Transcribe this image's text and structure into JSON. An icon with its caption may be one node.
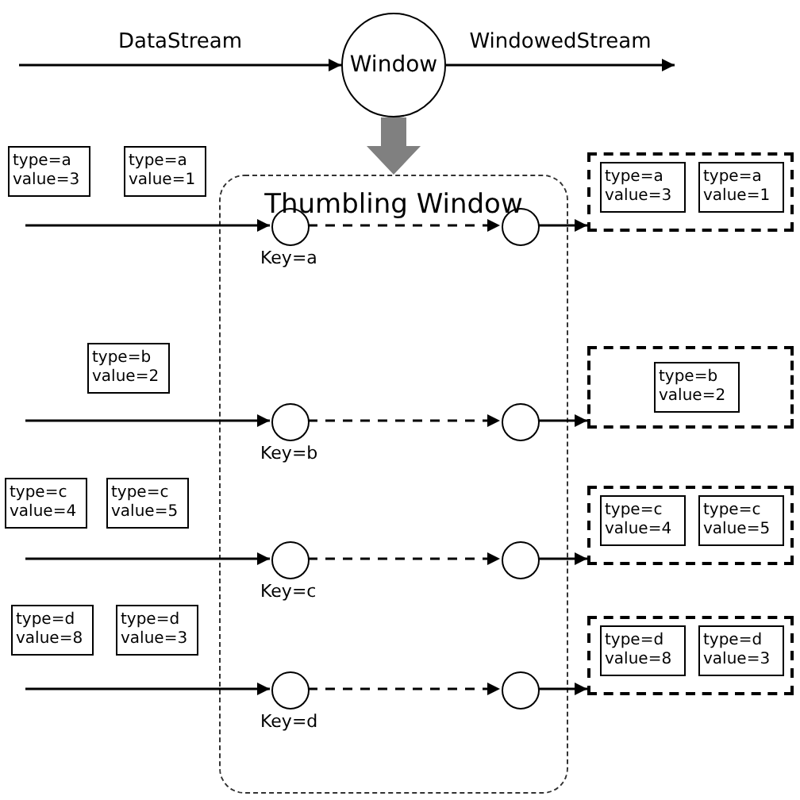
{
  "diagram": {
    "nodes": [
      {
        "text": [
          "Window"
        ]
      },
      {
        "text": [
          "Thumbling Window"
        ]
      },
      {
        "text": [
          "type=a value=3"
        ]
      },
      {
        "text": [
          "type=a value=1"
        ]
      },
      {
        "text": [],
        "shape": "circle",
        "in": 1,
        "beside": [
          "Key=a"
        ]
      },
      {
        "text": [],
        "shape": "circle",
        "in": 1
      },
      {
        "text": [],
        "shape": "box"
      },
      {
        "text": [
          "type=a value=3"
        ],
        "in": 6
      },
      {
        "text": [
          "type=a value=1"
        ],
        "in": 6
      },
      {
        "text": [
          "type=b value=2"
        ]
      },
      {
        "text": [],
        "shape": "circle",
        "in": 1,
        "beside": [
          "Key=b"
        ]
      },
      {
        "text": [],
        "shape": "circle",
        "in": 1
      },
      {
        "text": [],
        "shape": "box"
      },
      {
        "text": [
          "type=b value=2"
        ],
        "in": 12
      },
      {
        "text": [
          "type=c value=4"
        ]
      },
      {
        "text": [
          "type=c value=5"
        ]
      },
      {
        "text": [],
        "shape": "circle",
        "in": 1,
        "beside": [
          "Key=c"
        ]
      },
      {
        "text": [],
        "shape": "circle",
        "in": 1
      },
      {
        "text": [],
        "shape": "box"
      },
      {
        "text": [
          "type=c value=4"
        ],
        "in": 18
      },
      {
        "text": [
          "type=c value=5"
        ],
        "in": 18
      },
      {
        "text": [
          "type=d value=8"
        ]
      },
      {
        "text": [
          "type=d value=3"
        ]
      },
      {
        "text": [],
        "shape": "circle",
        "in": 1,
        "beside": [
          "Key=d"
        ]
      },
      {
        "text": [],
        "shape": "circle",
        "in": 1
      },
      {
        "text": [],
        "shape": "box"
      },
      {
        "text": [
          "type=d value=8"
        ],
        "in": 25
      },
      {
        "text": [
          "type=d value=3"
        ],
        "in": 25
      }
    ],
    "edges": [
      {
        "from": null,
        "to": 0,
        "arrow": "to",
        "label": "DataStream"
      },
      {
        "from": 0,
        "to": null,
        "arrow": "to",
        "label": "WindowedStream"
      },
      {
        "from": 0,
        "to": 1,
        "arrow": "to",
        "style": "thick",
        "color": "#808080"
      },
      {
        "from": null,
        "to": 4,
        "arrow": "to"
      },
      {
        "from": 4,
        "to": 5,
        "arrow": "to",
        "style": "dashed"
      },
      {
        "from": 5,
        "to": 6,
        "arrow": "to"
      },
      {
        "from": null,
        "to": 10,
        "arrow": "to"
      },
      {
        "from": 10,
        "to": 11,
        "arrow": "to",
        "style": "dashed"
      },
      {
        "from": 11,
        "to": 12,
        "arrow": "to"
      },
      {
        "from": null,
        "to": 16,
        "arrow": "to"
      },
      {
        "from": 16,
        "to": 17,
        "arrow": "to",
        "style": "dashed"
      },
      {
        "from": 17,
        "to": 18,
        "arrow": "to"
      },
      {
        "from": null,
        "to": 23,
        "arrow": "to"
      },
      {
        "from": 23,
        "to": 24,
        "arrow": "to",
        "style": "dashed"
      },
      {
        "from": 24,
        "to": 25,
        "arrow": "to"
      }
    ]
  }
}
